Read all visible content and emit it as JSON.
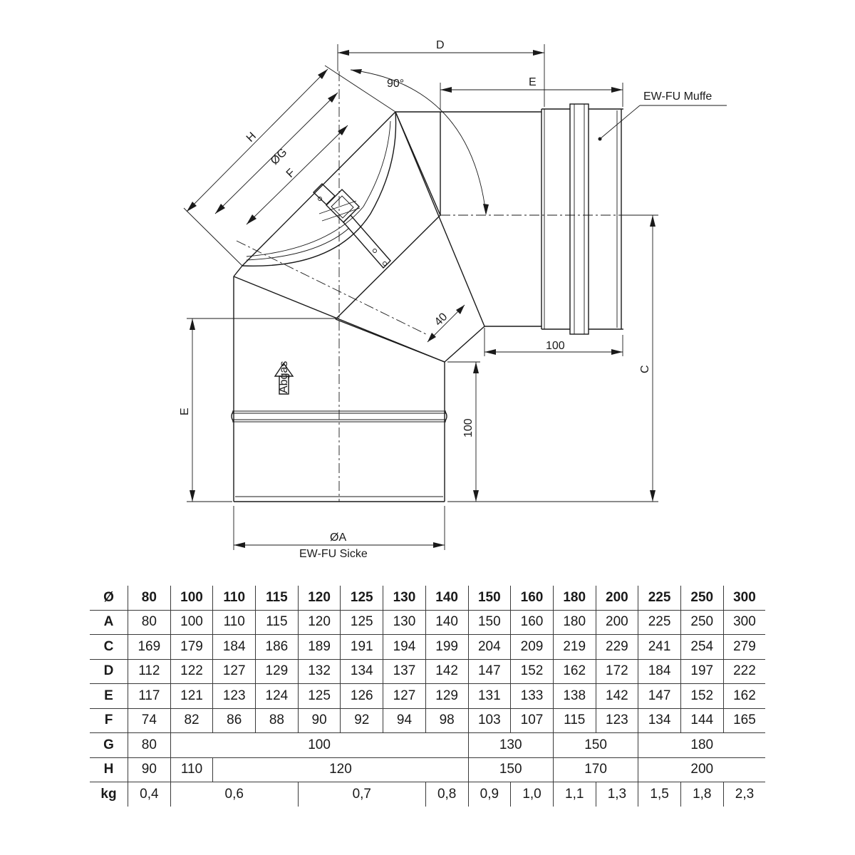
{
  "drawing": {
    "labels": {
      "d": "D",
      "e_top": "E",
      "angle": "90°",
      "muffe": "EW-FU Muffe",
      "h": "H",
      "g": "ØG",
      "f": "F",
      "forty": "40",
      "hundred_right": "100",
      "c": "C",
      "e_left": "E",
      "hundred_low": "100",
      "a": "ØA",
      "sicke": "EW-FU Sicke",
      "abgas": "Abgas"
    }
  },
  "table": {
    "header": {
      "label": "Ø",
      "values": [
        "80",
        "100",
        "110",
        "115",
        "120",
        "125",
        "130",
        "140",
        "150",
        "160",
        "180",
        "200",
        "225",
        "250",
        "300"
      ]
    },
    "rows": [
      {
        "label": "A",
        "cells": [
          {
            "v": "80",
            "span": 1
          },
          {
            "v": "100",
            "span": 1
          },
          {
            "v": "110",
            "span": 1
          },
          {
            "v": "115",
            "span": 1
          },
          {
            "v": "120",
            "span": 1
          },
          {
            "v": "125",
            "span": 1
          },
          {
            "v": "130",
            "span": 1
          },
          {
            "v": "140",
            "span": 1
          },
          {
            "v": "150",
            "span": 1
          },
          {
            "v": "160",
            "span": 1
          },
          {
            "v": "180",
            "span": 1
          },
          {
            "v": "200",
            "span": 1
          },
          {
            "v": "225",
            "span": 1
          },
          {
            "v": "250",
            "span": 1
          },
          {
            "v": "300",
            "span": 1
          }
        ]
      },
      {
        "label": "C",
        "cells": [
          {
            "v": "169",
            "span": 1
          },
          {
            "v": "179",
            "span": 1
          },
          {
            "v": "184",
            "span": 1
          },
          {
            "v": "186",
            "span": 1
          },
          {
            "v": "189",
            "span": 1
          },
          {
            "v": "191",
            "span": 1
          },
          {
            "v": "194",
            "span": 1
          },
          {
            "v": "199",
            "span": 1
          },
          {
            "v": "204",
            "span": 1
          },
          {
            "v": "209",
            "span": 1
          },
          {
            "v": "219",
            "span": 1
          },
          {
            "v": "229",
            "span": 1
          },
          {
            "v": "241",
            "span": 1
          },
          {
            "v": "254",
            "span": 1
          },
          {
            "v": "279",
            "span": 1
          }
        ]
      },
      {
        "label": "D",
        "cells": [
          {
            "v": "112",
            "span": 1
          },
          {
            "v": "122",
            "span": 1
          },
          {
            "v": "127",
            "span": 1
          },
          {
            "v": "129",
            "span": 1
          },
          {
            "v": "132",
            "span": 1
          },
          {
            "v": "134",
            "span": 1
          },
          {
            "v": "137",
            "span": 1
          },
          {
            "v": "142",
            "span": 1
          },
          {
            "v": "147",
            "span": 1
          },
          {
            "v": "152",
            "span": 1
          },
          {
            "v": "162",
            "span": 1
          },
          {
            "v": "172",
            "span": 1
          },
          {
            "v": "184",
            "span": 1
          },
          {
            "v": "197",
            "span": 1
          },
          {
            "v": "222",
            "span": 1
          }
        ]
      },
      {
        "label": "E",
        "cells": [
          {
            "v": "117",
            "span": 1
          },
          {
            "v": "121",
            "span": 1
          },
          {
            "v": "123",
            "span": 1
          },
          {
            "v": "124",
            "span": 1
          },
          {
            "v": "125",
            "span": 1
          },
          {
            "v": "126",
            "span": 1
          },
          {
            "v": "127",
            "span": 1
          },
          {
            "v": "129",
            "span": 1
          },
          {
            "v": "131",
            "span": 1
          },
          {
            "v": "133",
            "span": 1
          },
          {
            "v": "138",
            "span": 1
          },
          {
            "v": "142",
            "span": 1
          },
          {
            "v": "147",
            "span": 1
          },
          {
            "v": "152",
            "span": 1
          },
          {
            "v": "162",
            "span": 1
          }
        ]
      },
      {
        "label": "F",
        "cells": [
          {
            "v": "74",
            "span": 1
          },
          {
            "v": "82",
            "span": 1
          },
          {
            "v": "86",
            "span": 1
          },
          {
            "v": "88",
            "span": 1
          },
          {
            "v": "90",
            "span": 1
          },
          {
            "v": "92",
            "span": 1
          },
          {
            "v": "94",
            "span": 1
          },
          {
            "v": "98",
            "span": 1
          },
          {
            "v": "103",
            "span": 1
          },
          {
            "v": "107",
            "span": 1
          },
          {
            "v": "115",
            "span": 1
          },
          {
            "v": "123",
            "span": 1
          },
          {
            "v": "134",
            "span": 1
          },
          {
            "v": "144",
            "span": 1
          },
          {
            "v": "165",
            "span": 1
          }
        ]
      },
      {
        "label": "G",
        "cells": [
          {
            "v": "80",
            "span": 1
          },
          {
            "v": "100",
            "span": 7
          },
          {
            "v": "130",
            "span": 2
          },
          {
            "v": "150",
            "span": 2
          },
          {
            "v": "180",
            "span": 3
          }
        ]
      },
      {
        "label": "H",
        "cells": [
          {
            "v": "90",
            "span": 1
          },
          {
            "v": "110",
            "span": 1
          },
          {
            "v": "120",
            "span": 6
          },
          {
            "v": "150",
            "span": 2
          },
          {
            "v": "170",
            "span": 2
          },
          {
            "v": "200",
            "span": 3
          }
        ]
      },
      {
        "label": "kg",
        "cells": [
          {
            "v": "0,4",
            "span": 1
          },
          {
            "v": "0,6",
            "span": 3
          },
          {
            "v": "0,7",
            "span": 3
          },
          {
            "v": "0,8",
            "span": 1
          },
          {
            "v": "0,9",
            "span": 1
          },
          {
            "v": "1,0",
            "span": 1
          },
          {
            "v": "1,1",
            "span": 1
          },
          {
            "v": "1,3",
            "span": 1
          },
          {
            "v": "1,5",
            "span": 1
          },
          {
            "v": "1,8",
            "span": 1
          },
          {
            "v": "2,3",
            "span": 1
          }
        ]
      }
    ]
  }
}
